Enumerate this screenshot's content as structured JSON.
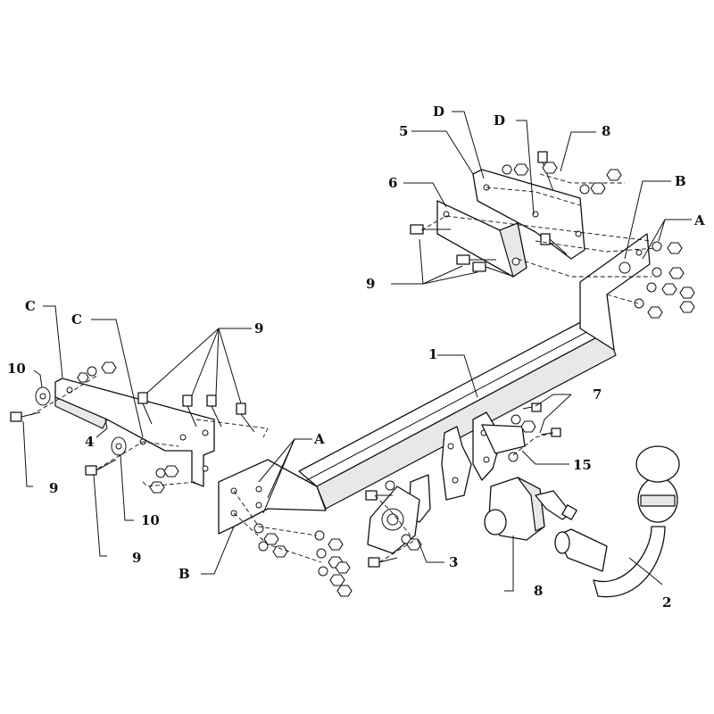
{
  "diagram": {
    "callouts": {
      "part_1": "1",
      "part_2": "2",
      "part_3": "3",
      "part_4": "4",
      "part_5": "5",
      "part_6": "6",
      "part_7": "7",
      "part_8_top": "8",
      "part_8_bottom": "8",
      "part_9_top": "9",
      "part_9_left_top": "9",
      "part_9_left_bottom": "9",
      "part_9_center_bottom": "9",
      "part_10_top": "10",
      "part_10_bottom": "10",
      "part_15": "15",
      "ref_a_right": "A",
      "ref_a_left": "A",
      "ref_b_right": "B",
      "ref_b_left": "B",
      "ref_c_left": "C",
      "ref_c_mid": "C",
      "ref_d_left": "D",
      "ref_d_right": "D"
    }
  }
}
